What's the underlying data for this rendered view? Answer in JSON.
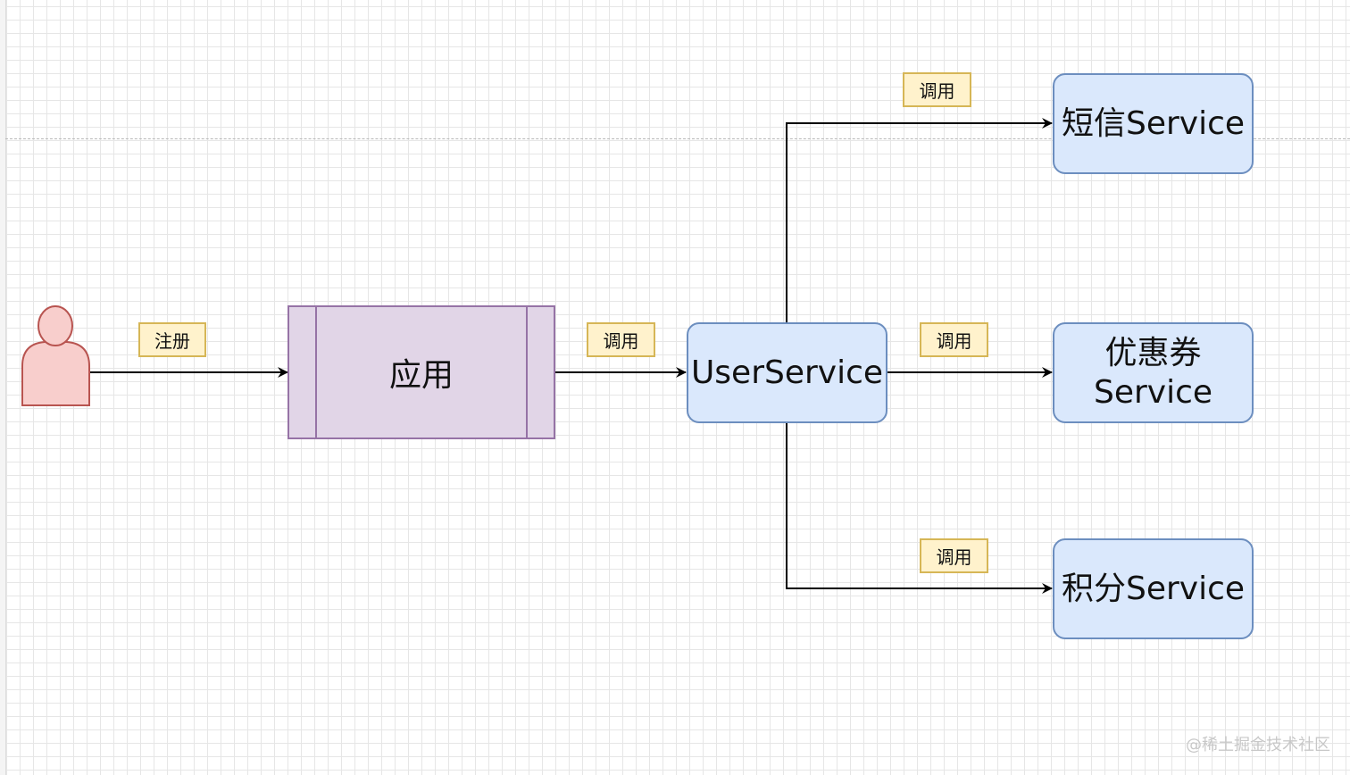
{
  "nodes": {
    "app": "应用",
    "user_service": "UserService",
    "sms_service": "短信Service",
    "coupon_service": "优惠券 Service",
    "points_service": "积分Service"
  },
  "edges": {
    "user_to_app": "注册",
    "app_to_user_service": "调用",
    "user_service_to_sms": "调用",
    "user_service_to_coupon": "调用",
    "user_service_to_points": "调用"
  },
  "actor_icon": "user-icon",
  "colors": {
    "service_fill": "#dae8fc",
    "service_stroke": "#6c8ebf",
    "process_fill": "#e1d5e7",
    "process_stroke": "#9673a6",
    "label_fill": "#fff2cc",
    "label_stroke": "#d6b656",
    "actor_fill": "#f8cecc",
    "actor_stroke": "#b85450"
  },
  "watermark": "@稀土掘金技术社区"
}
